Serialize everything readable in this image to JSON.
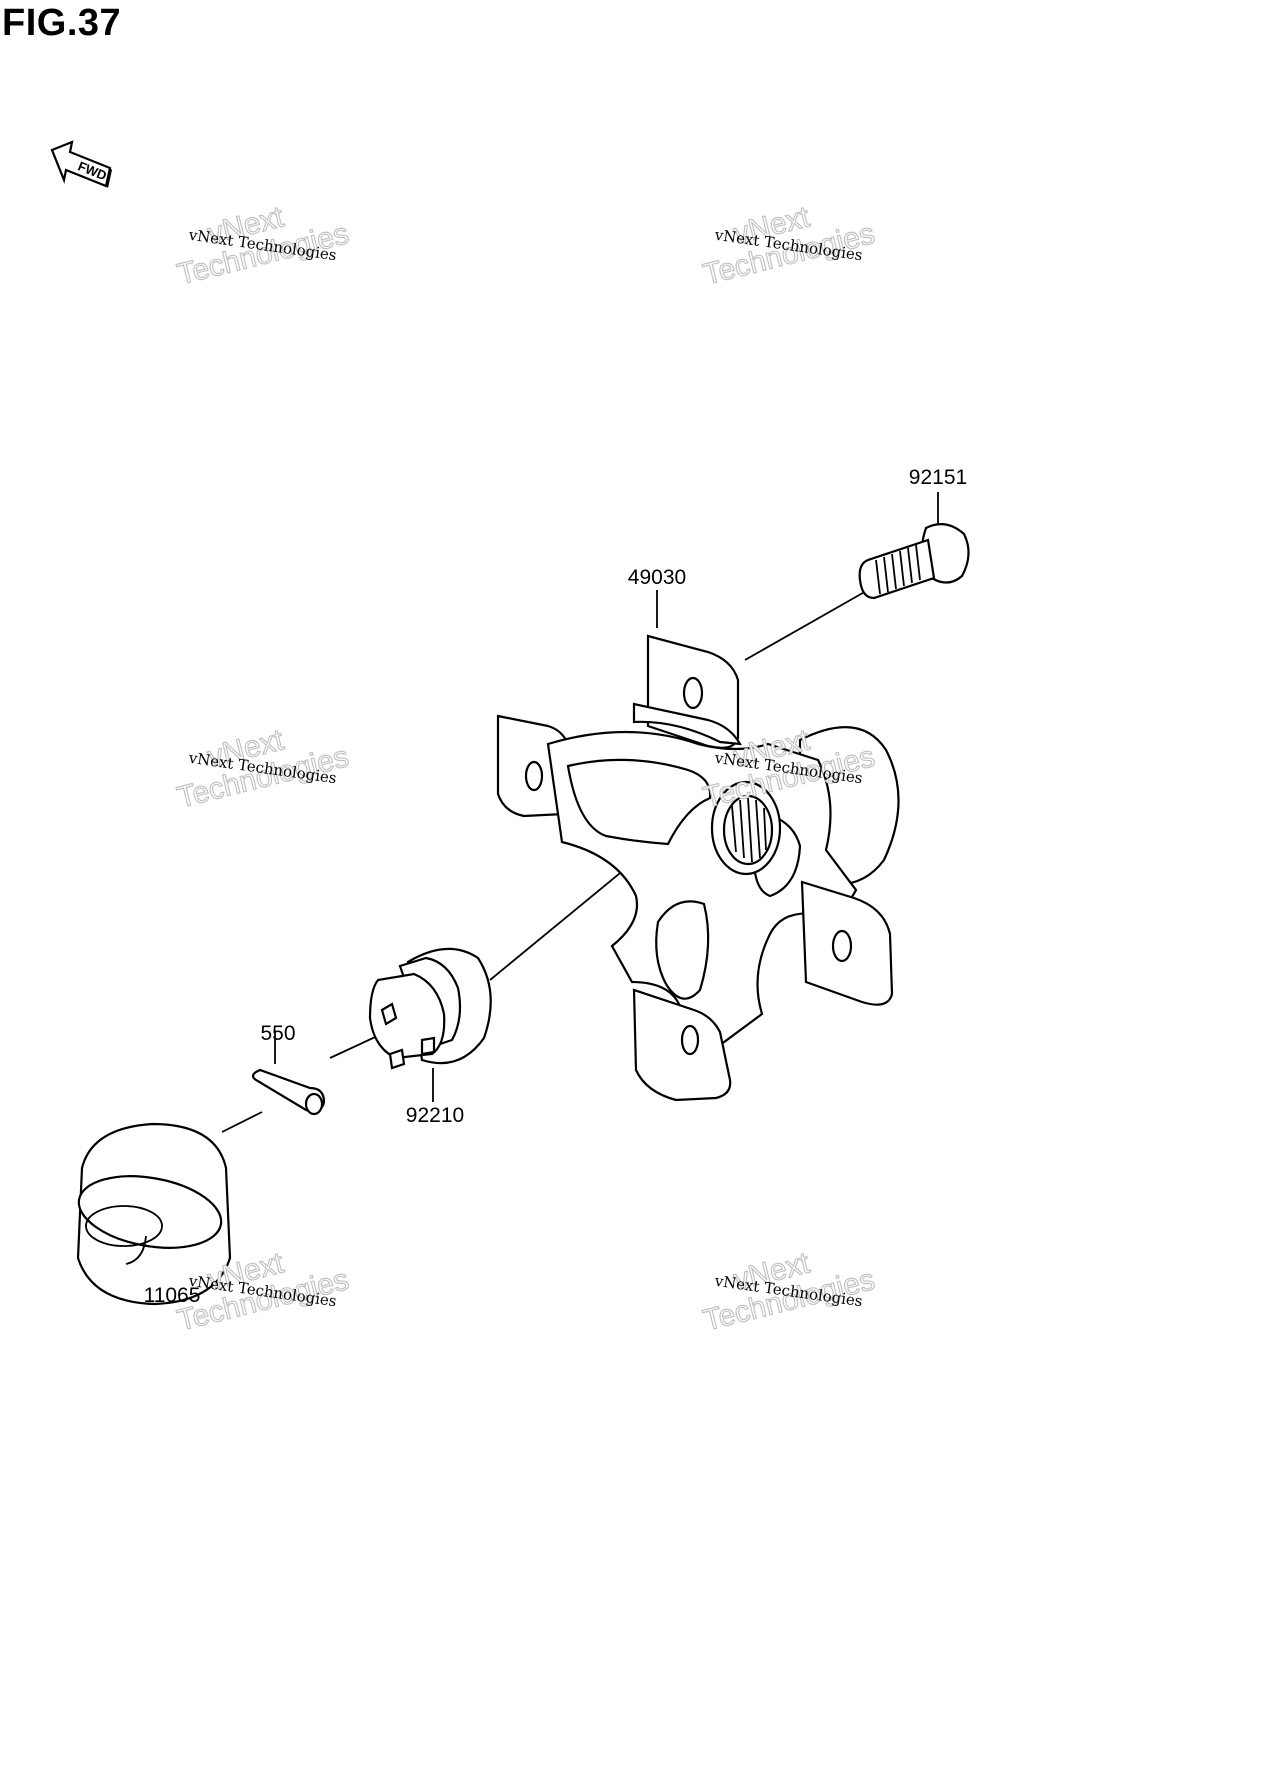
{
  "figure": {
    "title": "FIG.37"
  },
  "direction_indicator": {
    "label": "FWD"
  },
  "parts": [
    {
      "id": "p-92151",
      "number": "92151",
      "name": "stud-bolt"
    },
    {
      "id": "p-49030",
      "number": "49030",
      "name": "hub"
    },
    {
      "id": "p-550",
      "number": "550",
      "name": "cotter-pin"
    },
    {
      "id": "p-92210",
      "number": "92210",
      "name": "castle-nut"
    },
    {
      "id": "p-11065",
      "number": "11065",
      "name": "cap"
    }
  ],
  "watermark": {
    "line1": "vNext Technologies",
    "line2": "vNext",
    "line3": "Technologies"
  }
}
